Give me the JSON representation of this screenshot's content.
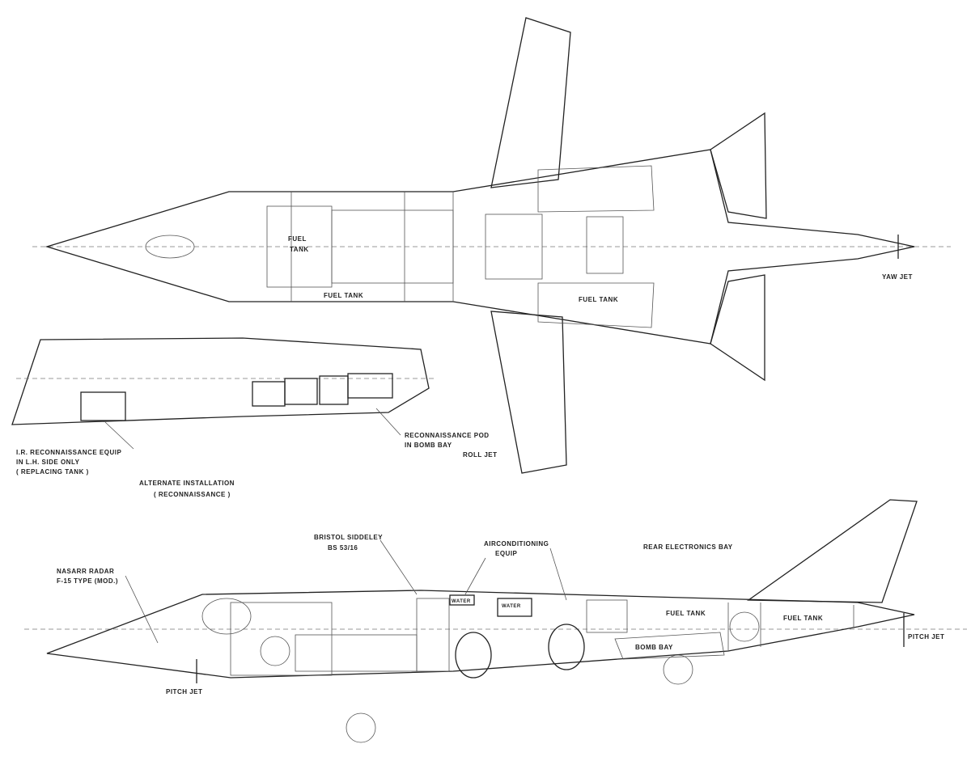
{
  "plan_view": {
    "fuel_tank_fwd": [
      "FUEL",
      "TANK"
    ],
    "fuel_tank_mid": "FUEL TANK",
    "fuel_tank_wing": "FUEL TANK",
    "yaw_jet": "YAW JET"
  },
  "recon_view": {
    "ir_equip": [
      "I.R. RECONNAISSANCE EQUIP",
      "IN L.H. SIDE ONLY",
      "( REPLACING TANK )"
    ],
    "recon_pod": [
      "RECONNAISSANCE POD",
      "IN BOMB BAY"
    ],
    "roll_jet": "ROLL JET",
    "caption": [
      "ALTERNATE INSTALLATION",
      "( RECONNAISSANCE )"
    ]
  },
  "side_view": {
    "engine": [
      "BRISTOL SIDDELEY",
      "BS 53/16"
    ],
    "aircon": [
      "AIRCONDITIONING",
      "EQUIP"
    ],
    "rear_bay": "REAR ELECTRONICS BAY",
    "radar": [
      "NASARR RADAR",
      "F-15 TYPE (MOD.)"
    ],
    "water_1": "WATER",
    "water_2": "WATER",
    "fuel_tank_1": "FUEL TANK",
    "fuel_tank_2": "FUEL TANK",
    "bomb_bay": "BOMB BAY",
    "pitch_jet_rear": "PITCH JET",
    "pitch_jet_front": "PITCH JET"
  }
}
